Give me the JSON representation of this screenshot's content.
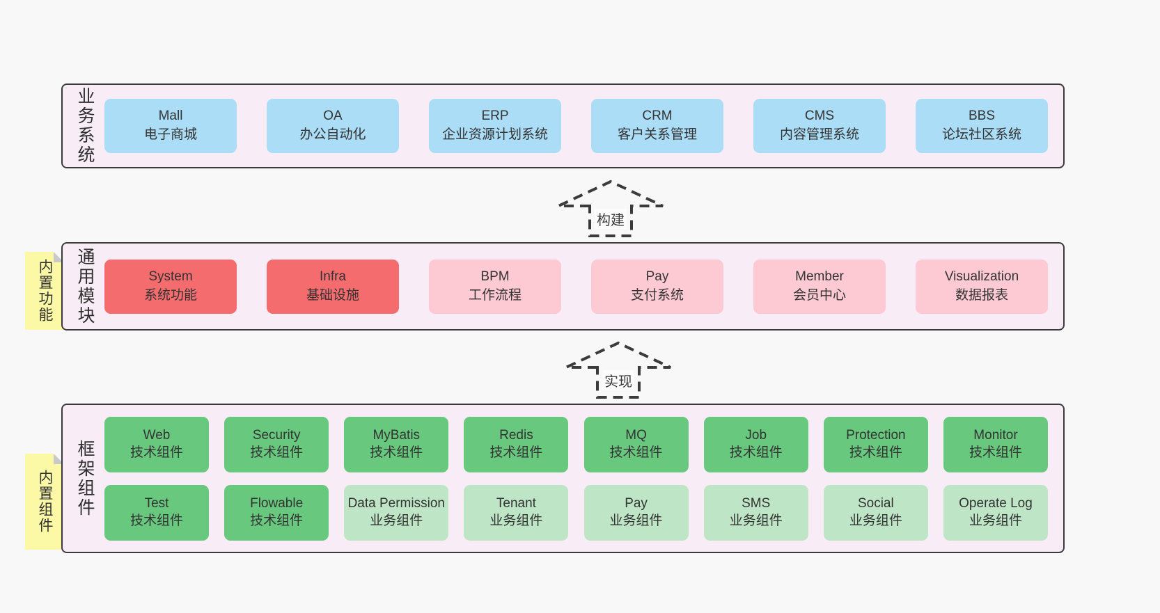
{
  "bands": {
    "business": {
      "label": "业务系统",
      "boxes": [
        {
          "title": "Mall",
          "subtitle": "电子商城"
        },
        {
          "title": "OA",
          "subtitle": "办公自动化"
        },
        {
          "title": "ERP",
          "subtitle": "企业资源计划系统"
        },
        {
          "title": "CRM",
          "subtitle": "客户关系管理"
        },
        {
          "title": "CMS",
          "subtitle": "内容管理系统"
        },
        {
          "title": "BBS",
          "subtitle": "论坛社区系统"
        }
      ]
    },
    "modules": {
      "label": "通用模块",
      "sticky": "内置功能",
      "boxes": [
        {
          "title": "System",
          "subtitle": "系统功能"
        },
        {
          "title": "Infra",
          "subtitle": "基础设施"
        },
        {
          "title": "BPM",
          "subtitle": "工作流程"
        },
        {
          "title": "Pay",
          "subtitle": "支付系统"
        },
        {
          "title": "Member",
          "subtitle": "会员中心"
        },
        {
          "title": "Visualization",
          "subtitle": "数据报表"
        }
      ]
    },
    "components": {
      "label": "框架组件",
      "sticky": "内置组件",
      "row1": [
        {
          "title": "Web",
          "subtitle": "技术组件"
        },
        {
          "title": "Security",
          "subtitle": "技术组件"
        },
        {
          "title": "MyBatis",
          "subtitle": "技术组件"
        },
        {
          "title": "Redis",
          "subtitle": "技术组件"
        },
        {
          "title": "MQ",
          "subtitle": "技术组件"
        },
        {
          "title": "Job",
          "subtitle": "技术组件"
        },
        {
          "title": "Protection",
          "subtitle": "技术组件"
        },
        {
          "title": "Monitor",
          "subtitle": "技术组件"
        }
      ],
      "row2": [
        {
          "title": "Test",
          "subtitle": "技术组件"
        },
        {
          "title": "Flowable",
          "subtitle": "技术组件"
        },
        {
          "title": "Data Permission",
          "subtitle": "业务组件"
        },
        {
          "title": "Tenant",
          "subtitle": "业务组件"
        },
        {
          "title": "Pay",
          "subtitle": "业务组件"
        },
        {
          "title": "SMS",
          "subtitle": "业务组件"
        },
        {
          "title": "Social",
          "subtitle": "业务组件"
        },
        {
          "title": "Operate Log",
          "subtitle": "业务组件"
        }
      ]
    }
  },
  "arrows": {
    "build": "构建",
    "implement": "实现"
  },
  "colors": {
    "page_bg": "#f8f8f8",
    "band_bg": "#f8edf6",
    "band_border": "#3b3b3b",
    "blue": "#abddf7",
    "red": "#f56c6f",
    "pink": "#fdc9d3",
    "green": "#68c87e",
    "light_green": "#bee6c6",
    "sticky_yellow": "#fbf9a5",
    "sticky_fold": "#c9c9c9",
    "text": "#333333"
  }
}
